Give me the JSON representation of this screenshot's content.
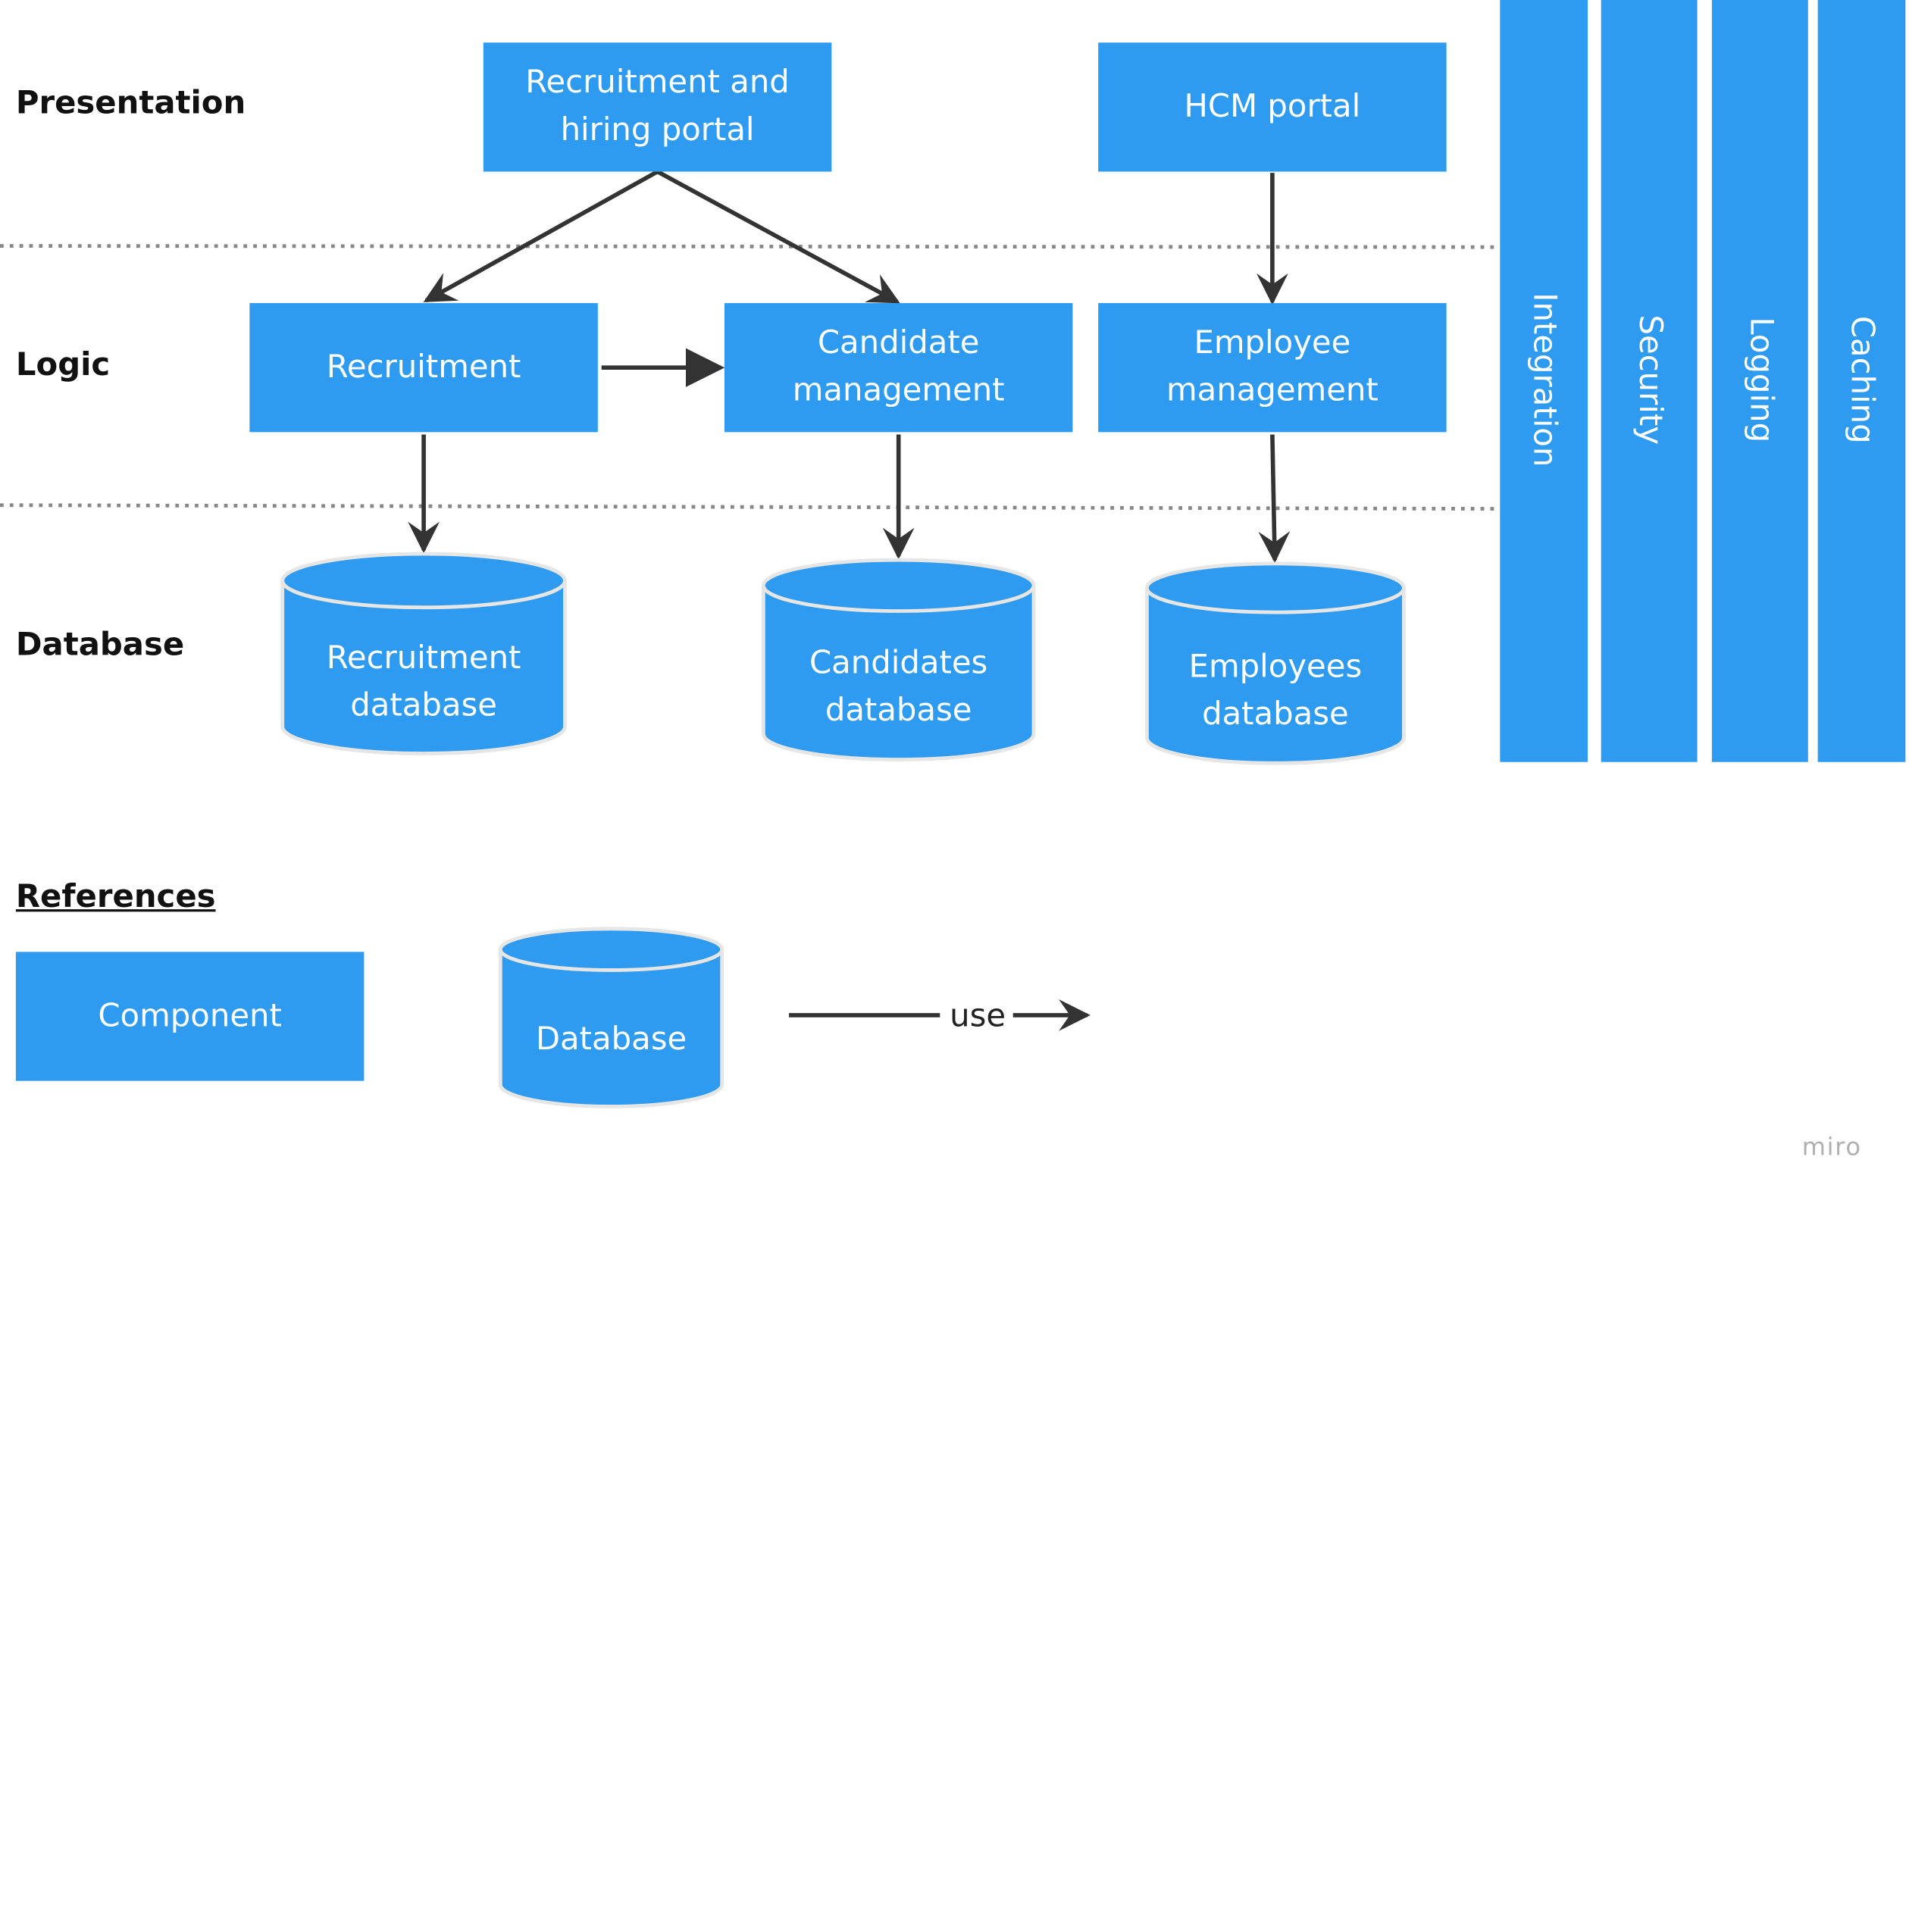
{
  "layers": {
    "presentation": "Presentation",
    "logic": "Logic",
    "database": "Database"
  },
  "components": {
    "recruitment_portal": "Recruitment and hiring portal",
    "hcm_portal": "HCM portal",
    "recruitment": "Recruitment",
    "candidate_management": "Candidate management",
    "employee_management": "Employee management"
  },
  "databases": {
    "recruitment_db": "Recruitment database",
    "candidates_db": "Candidates database",
    "employees_db": "Employees database"
  },
  "cross_cutting": [
    "Integration",
    "Security",
    "Logging",
    "Caching"
  ],
  "references": {
    "title": "References",
    "component": "Component",
    "database": "Database",
    "use": "use"
  },
  "watermark": "miro",
  "colors": {
    "component_fill": "#2f9bf0",
    "arrow": "#333333",
    "divider": "#888888",
    "text_on_fill": "#ffffff"
  }
}
